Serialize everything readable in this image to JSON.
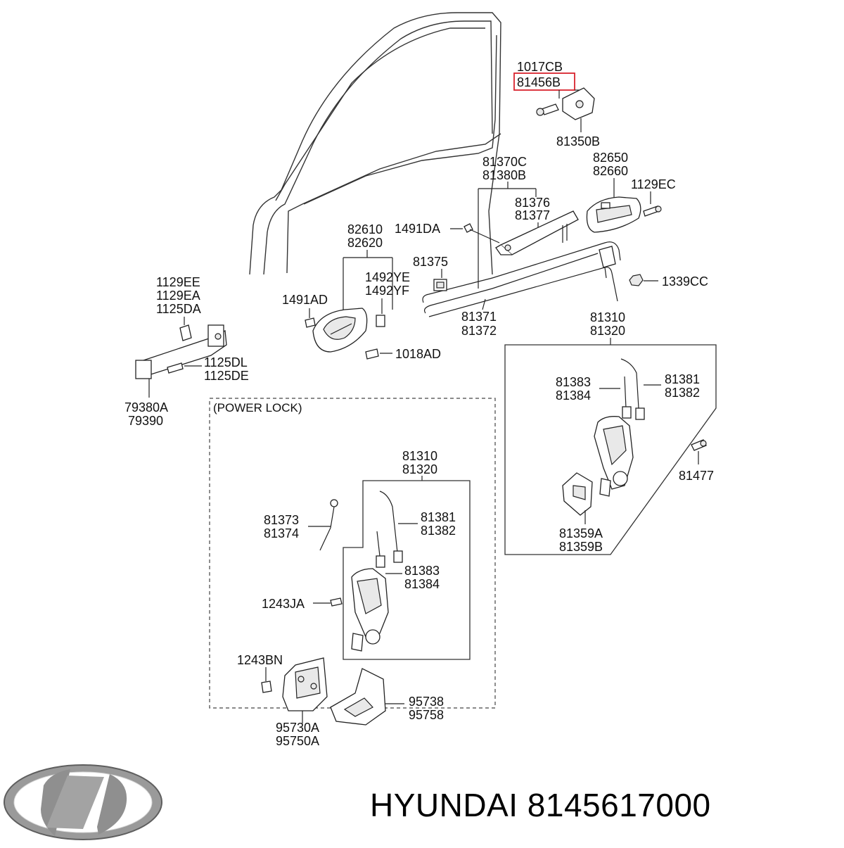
{
  "callouts": {
    "c1017CB": "1017CB",
    "c81456B": "81456B",
    "c81350B": "81350B",
    "c81370C": "81370C",
    "c81380B": "81380B",
    "c82650": "82650",
    "c82660": "82660",
    "c1129EC": "1129EC",
    "c81376": "81376",
    "c81377": "81377",
    "c82610": "82610",
    "c82620": "82620",
    "c1491DA": "1491DA",
    "c81375": "81375",
    "c1492YE": "1492YE",
    "c1492YF": "1492YF",
    "c1339CC": "1339CC",
    "c1491AD": "1491AD",
    "c81371": "81371",
    "c81372": "81372",
    "c1018AD": "1018AD",
    "c1129EE": "1129EE",
    "c1129EA": "1129EA",
    "c1125DA": "1125DA",
    "c1125DL": "1125DL",
    "c1125DE": "1125DE",
    "c79380A": "79380A",
    "c79390": "79390",
    "c81310a": "81310",
    "c81320a": "81320",
    "c81383a": "81383",
    "c81384a": "81384",
    "c81381a": "81381",
    "c81382a": "81382",
    "c81477": "81477",
    "c81359A": "81359A",
    "c81359B": "81359B",
    "c81310b": "81310",
    "c81320b": "81320",
    "c81373": "81373",
    "c81374": "81374",
    "c81381b": "81381",
    "c81382b": "81382",
    "c81383b": "81383",
    "c81384b": "81384",
    "c1243JA": "1243JA",
    "c1243BN": "1243BN",
    "c95738": "95738",
    "c95758": "95758",
    "c95730A": "95730A",
    "c95750A": "95750A"
  },
  "power_lock_label": "(POWER LOCK)",
  "highlighted_part": "81456B",
  "highlight_color": "#d9232d",
  "brand": {
    "logo": "hyundai-logo",
    "caption": "HYUNDAI 8145617000"
  }
}
